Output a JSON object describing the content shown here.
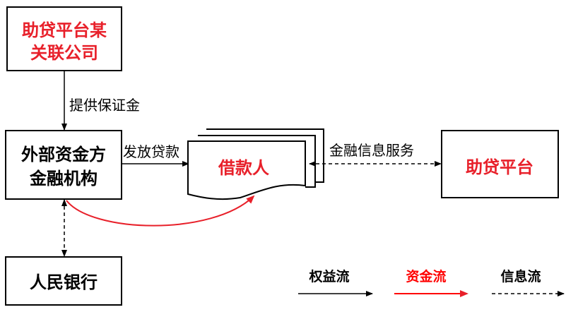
{
  "nodes": {
    "affiliate": {
      "line1": "助贷平台某",
      "line2": "关联公司"
    },
    "funder": {
      "line1": "外部资金方",
      "line2": "金融机构"
    },
    "borrower": {
      "label": "借款人"
    },
    "platform": {
      "label": "助贷平台"
    },
    "central_bank": {
      "label": "人民银行"
    }
  },
  "edges": {
    "deposit": "提供保证金",
    "loan": "发放贷款",
    "info_service": "金融信息服务"
  },
  "legend": {
    "equity": "权益流",
    "funds": "资金流",
    "info": "信息流"
  },
  "colors": {
    "red": "#e8202a",
    "black": "#000000"
  }
}
